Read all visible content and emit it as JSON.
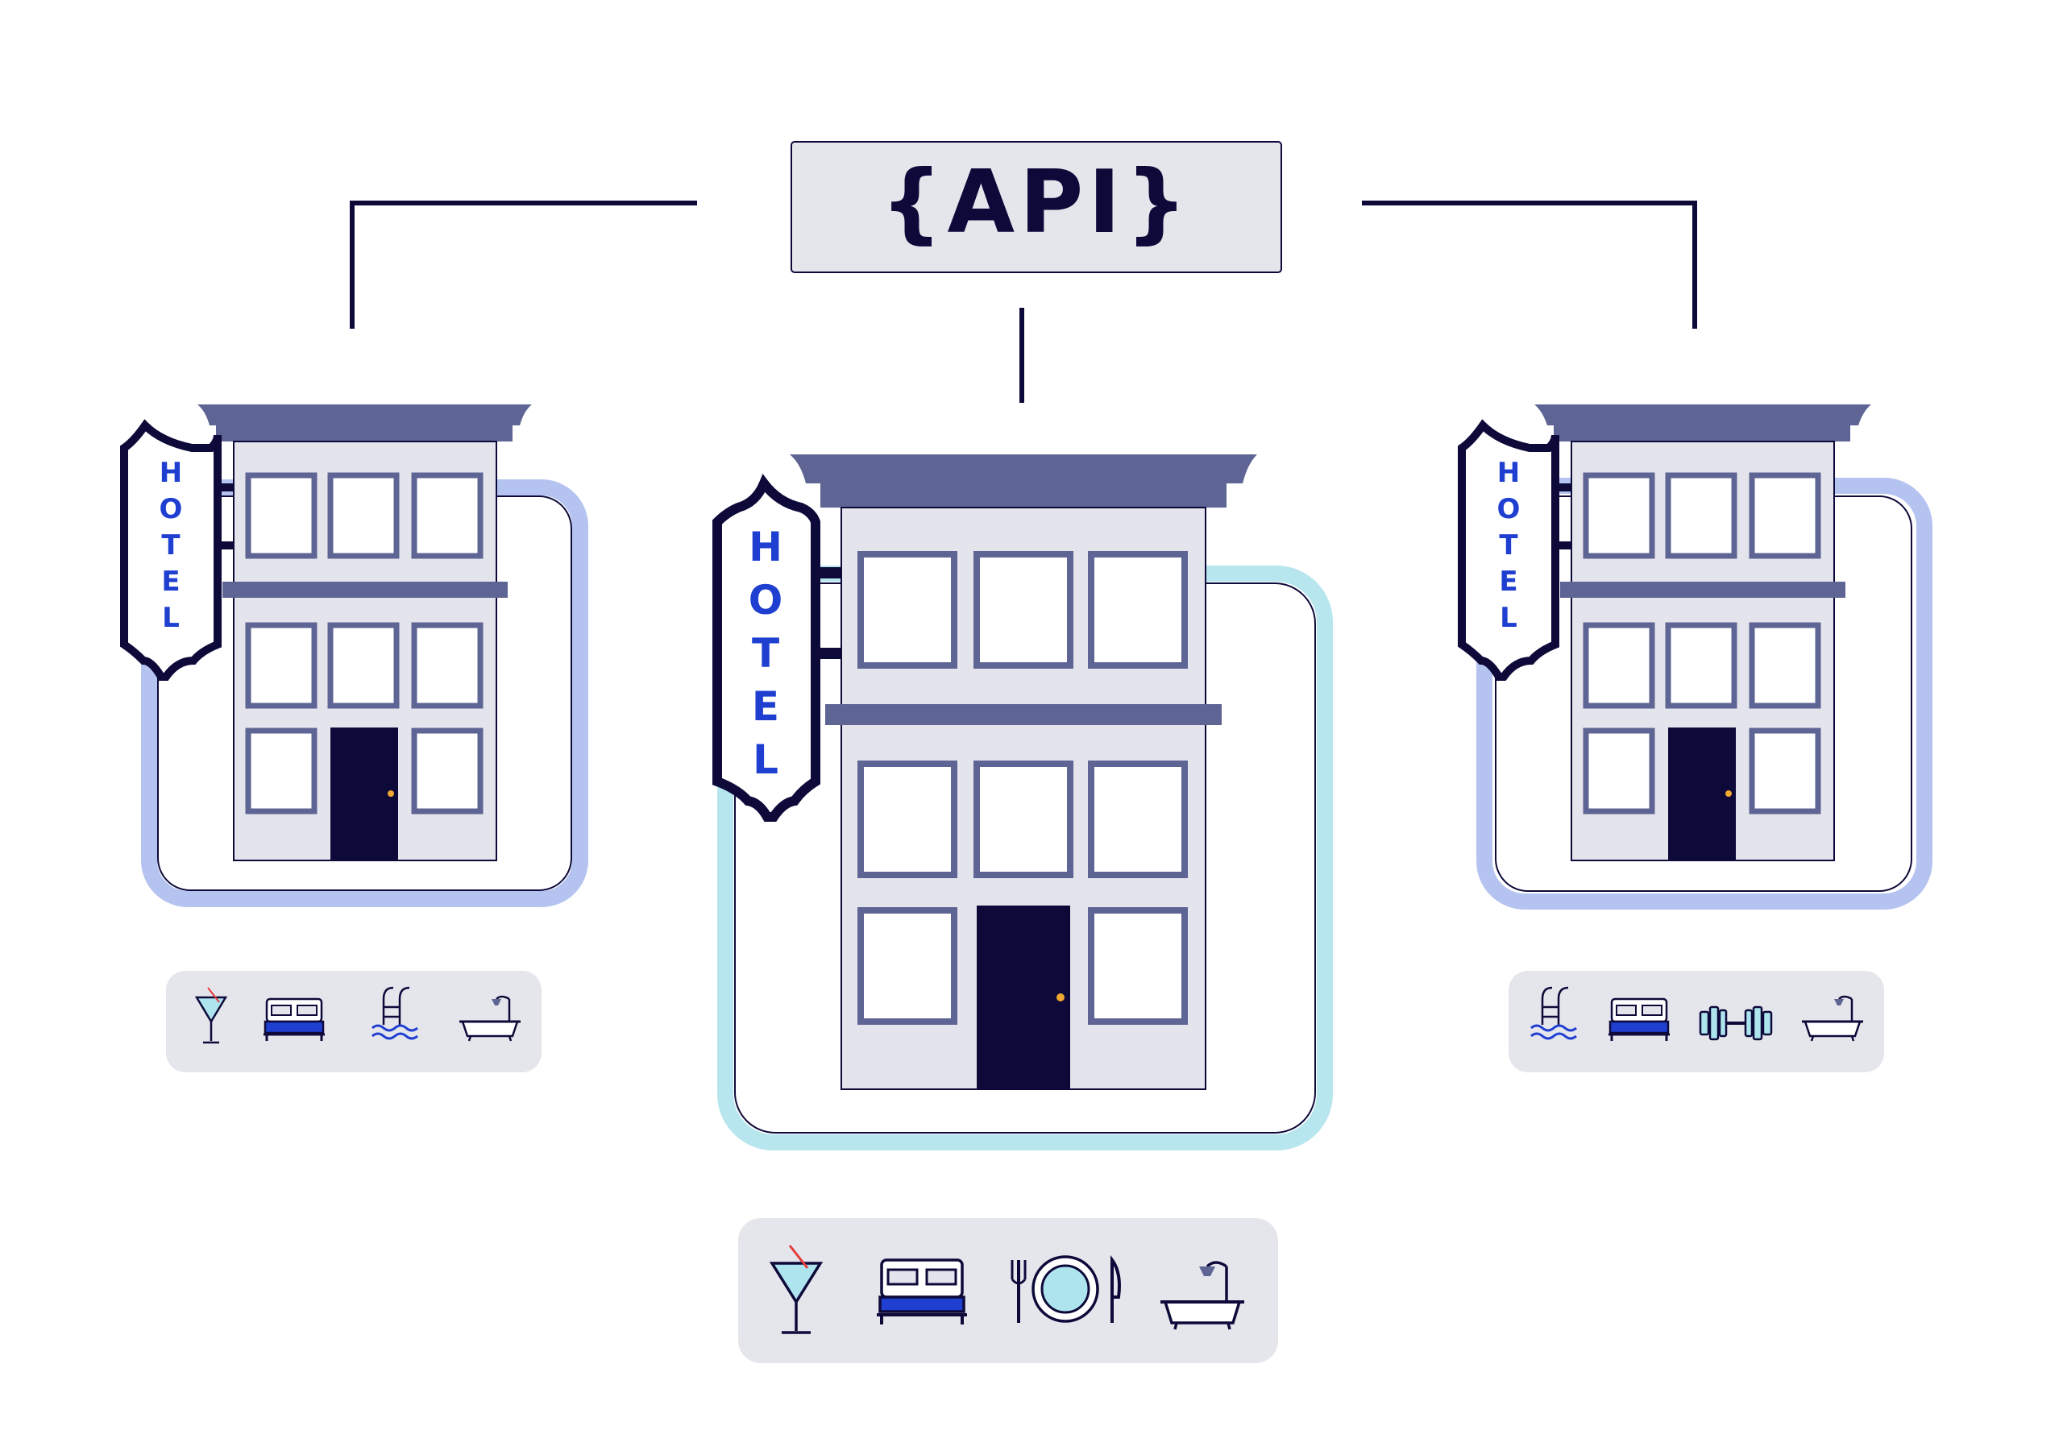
{
  "api": {
    "label": "{API}"
  },
  "hotels": [
    {
      "id": "left",
      "sign_letters": [
        "H",
        "O",
        "T",
        "E",
        "L"
      ],
      "amenities": [
        "cocktail-icon",
        "bed-icon",
        "pool-icon",
        "bathtub-icon"
      ]
    },
    {
      "id": "center",
      "sign_letters": [
        "H",
        "O",
        "T",
        "E",
        "L"
      ],
      "amenities": [
        "cocktail-icon",
        "bed-icon",
        "dining-icon",
        "bathtub-icon"
      ]
    },
    {
      "id": "right",
      "sign_letters": [
        "H",
        "O",
        "T",
        "E",
        "L"
      ],
      "amenities": [
        "pool-icon",
        "bed-icon",
        "dumbbell-icon",
        "bathtub-icon"
      ]
    }
  ],
  "colors": {
    "navy": "#0d0a3a",
    "roof": "#5e6494",
    "wall": "#e4e4ec",
    "window_frame": "#5e6494",
    "panel_bg": "#e5e5ec",
    "frame_periwinkle": "#b5c3f0",
    "frame_cyan": "#b8e6ee",
    "sign_blue": "#1f3fd1",
    "accent_blue": "#1f3fd1",
    "door_knob": "#f0a830",
    "glass_fill": "#aee4ee"
  }
}
